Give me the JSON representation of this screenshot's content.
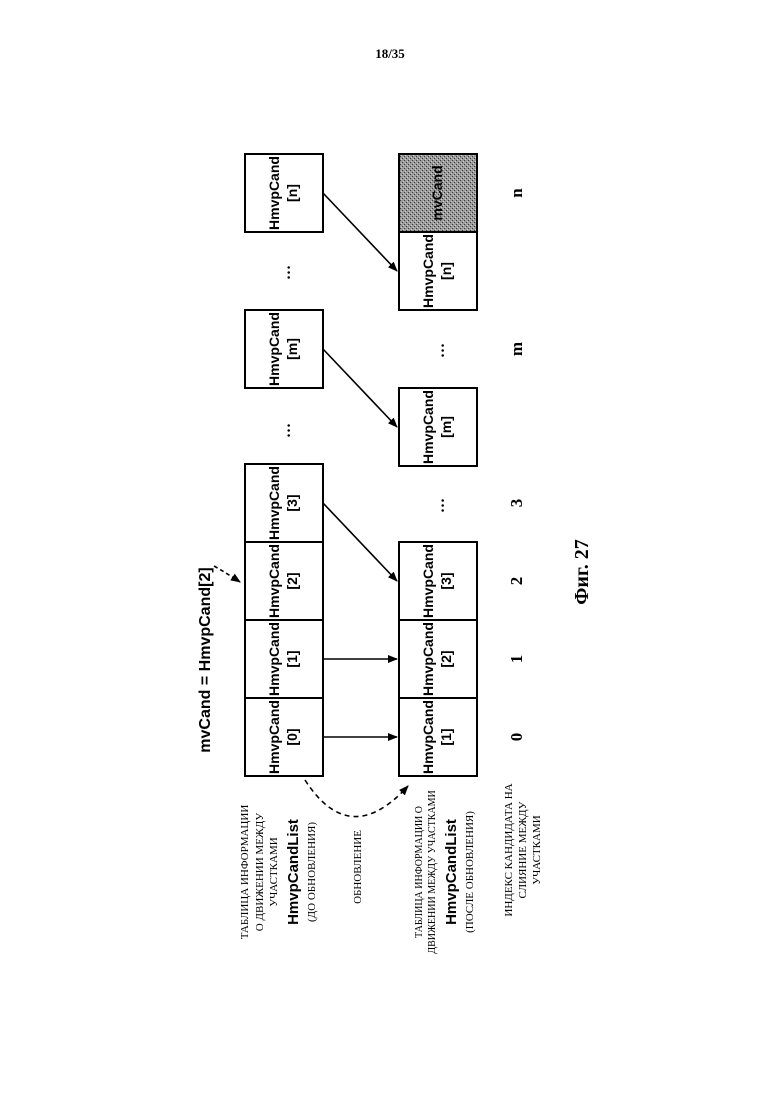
{
  "page_number": "18/35",
  "figure_caption": "Фиг. 27",
  "formula": "mvCand = HmvpCand[2]",
  "update_label": "ОБНОВЛЕНИЕ",
  "ellipsis": "...",
  "table_before": {
    "title_lines": [
      "ТАБЛИЦА ИНФОРМАЦИИ",
      "О ДВИЖЕНИИ МЕЖДУ",
      "УЧАСТКАМИ"
    ],
    "list_name": "HmvpCandList",
    "state": "(ДО ОБНОВЛЕНИЯ)",
    "cells": [
      {
        "name": "HmvpCand",
        "index": "[0]"
      },
      {
        "name": "HmvpCand",
        "index": "[1]"
      },
      {
        "name": "HmvpCand",
        "index": "[2]"
      },
      {
        "name": "HmvpCand",
        "index": "[3]"
      },
      {
        "name": "HmvpCand",
        "index": "[m]"
      },
      {
        "name": "HmvpCand",
        "index": "[n]"
      }
    ]
  },
  "table_after": {
    "title_lines": [
      "ТАБЛИЦА ИНФОРМАЦИИ О",
      "ДВИЖЕНИИ МЕЖДУ УЧАСТКАМИ"
    ],
    "list_name": "HmvpCandList",
    "state": "(ПОСЛЕ ОБНОВЛЕНИЯ)",
    "cells": [
      {
        "name": "HmvpCand",
        "index": "[1]"
      },
      {
        "name": "HmvpCand",
        "index": "[2]"
      },
      {
        "name": "HmvpCand",
        "index": "[3]"
      },
      {
        "name": "HmvpCand",
        "index": "[m]"
      },
      {
        "name": "HmvpCand",
        "index": "[n]"
      },
      {
        "name": "mvCand",
        "index": ""
      }
    ]
  },
  "merge_index": {
    "title_lines": [
      "ИНДЕКС КАНДИДАТА НА",
      "СЛИЯНИЕ МЕЖДУ",
      "УЧАСТКАМИ"
    ],
    "values": [
      "0",
      "1",
      "2",
      "3",
      "m",
      "n"
    ]
  },
  "colors": {
    "ink": "#000000",
    "new_candidate_fill": "#8a8a8a"
  }
}
